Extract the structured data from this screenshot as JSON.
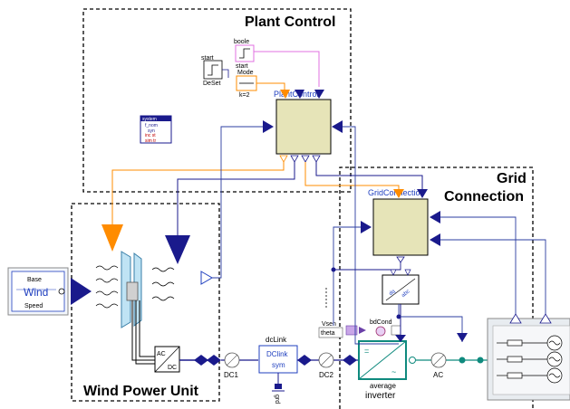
{
  "regions": {
    "plant_control": "Plant Control",
    "grid_connection_line1": "Grid",
    "grid_connection_line2": "Connection",
    "wind_power_unit": "Wind Power Unit"
  },
  "wind_source": {
    "top_label": "Base",
    "main_label": "Wind",
    "bottom_label": "Speed"
  },
  "plant_control_blocks": {
    "deset_top": "start",
    "deset_bottom": "DeSet",
    "boole_top": "boole",
    "boole_bottom": "start",
    "mode_top": "Mode",
    "mode_bottom": "k=2",
    "controller_label": "PlantControl"
  },
  "system_block": {
    "lines": [
      "system",
      "f_nom",
      "syn",
      "inc st",
      "sim tr"
    ]
  },
  "grid_blocks": {
    "controller_label": "GridConnection",
    "vsen_label": "Vsen",
    "theta_label": "theta",
    "bdcond_label": "bdCond"
  },
  "power_chain": {
    "acdc_top": "AC",
    "acdc_bottom": "DC",
    "dc1_label": "DC1",
    "dclink_label": "dcLink",
    "dclink_block_line1": "DClink",
    "dclink_block_line2": "sym",
    "grd_label": "grd",
    "dc2_label": "DC2",
    "inverter_top": "average",
    "inverter_bottom": "inverter",
    "ac_label": "AC"
  },
  "colors": {
    "accent_blue": "#1a1a8c",
    "arrow_orange": "#ff8c00",
    "connector_pink": "#e070e0",
    "controller_fill": "#e6e4b8",
    "inverter_teal": "#0f8a7e",
    "wire_blue": "#2b3ca0"
  }
}
